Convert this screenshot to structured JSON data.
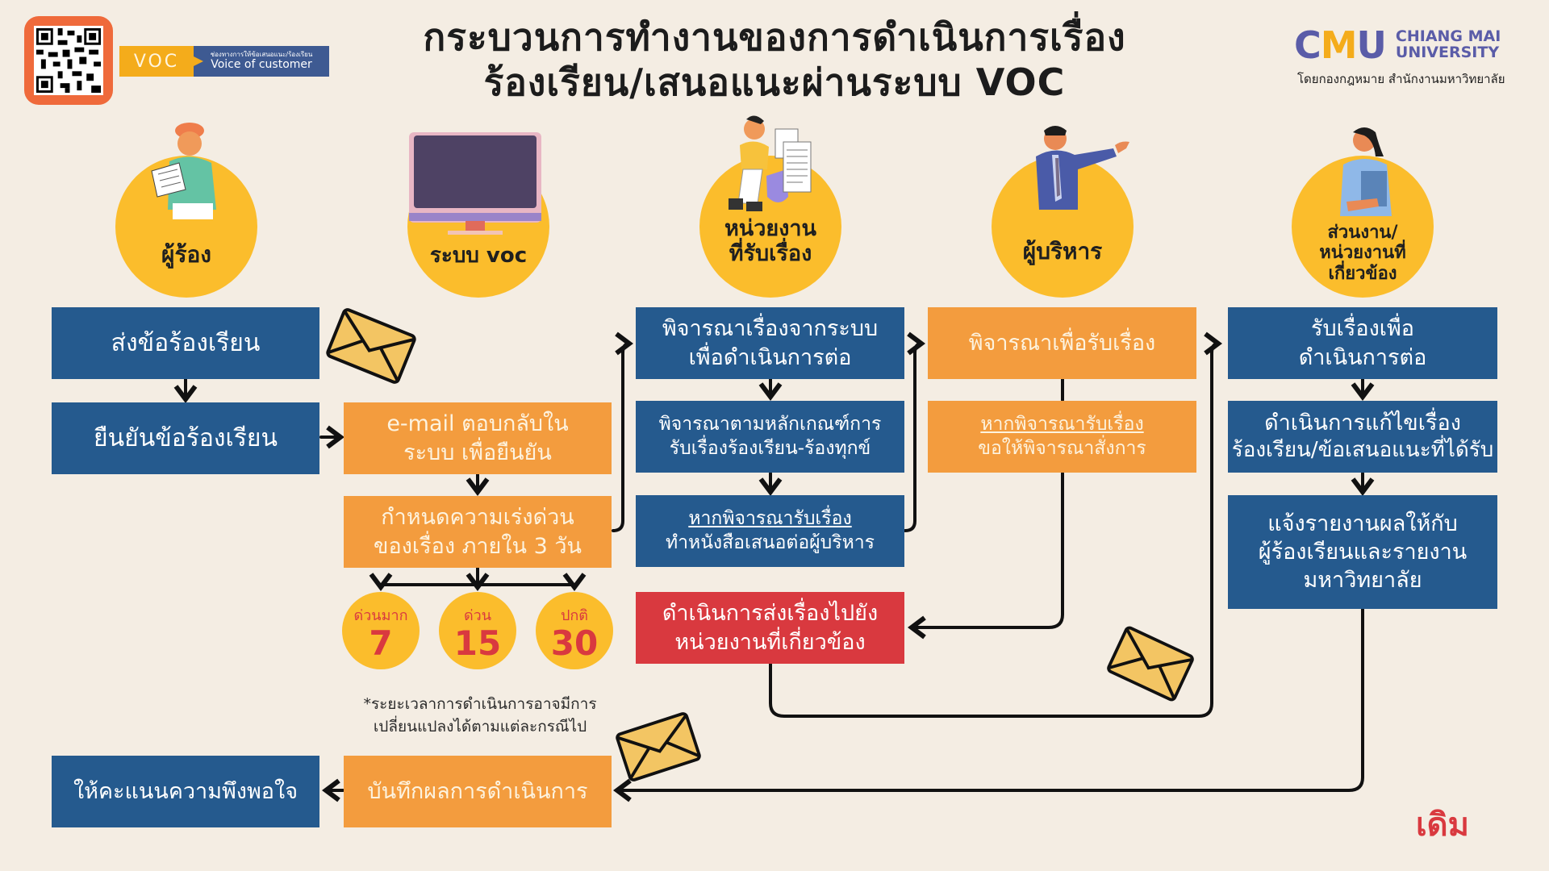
{
  "header": {
    "title_line1": "กระบวนการทำงานของการดำเนินการเรื่อง",
    "title_line2": "ร้องเรียน/เสนอแนะผ่านระบบ VOC",
    "qr_code_icon": "qr-code",
    "voc_badge": {
      "short": "VOC",
      "thai_caption": "ช่องทางการให้ข้อเสนอแนะ/ร้องเรียน",
      "english_caption": "Voice of customer"
    },
    "logo": {
      "mark": "CMU",
      "name_line1": "CHIANG MAI",
      "name_line2": "UNIVERSITY",
      "subtitle": "โดยกองกฎหมาย สำนักงานมหาวิทยาลัย"
    }
  },
  "lanes": [
    {
      "label": "ผู้ร้อง",
      "icon": "person-reading-document"
    },
    {
      "label": "ระบบ voc",
      "icon": "computer-monitor"
    },
    {
      "label_line1": "หน่วยงาน",
      "label_line2": "ที่รับเรื่อง",
      "icon": "officer-with-policy-documents"
    },
    {
      "label": "ผู้บริหาร",
      "icon": "executive-in-suit"
    },
    {
      "label_line1": "ส่วนงาน/",
      "label_line2": "หน่วยงานที่",
      "label_line3": "เกี่ยวข้อง",
      "icon": "staff-holding-folder"
    }
  ],
  "steps": {
    "submit": "ส่งข้อร้องเรียน",
    "confirm": "ยืนยันข้อร้องเรียน",
    "email_reply_line1": "e-mail ตอบกลับใน",
    "email_reply_line2": "ระบบ เพื่อยืนยัน",
    "set_urgency_line1": "กำหนดความเร่งด่วน",
    "set_urgency_line2": "ของเรื่อง ภายใน 3 วัน",
    "review_system_line1": "พิจารณาเรื่องจากระบบ",
    "review_system_line2": "เพื่อดำเนินการต่อ",
    "criteria_line1": "พิจารณาตามหลักเกณฑ์การ",
    "criteria_line2": "รับเรื่องร้องเรียน-ร้องทุกข์",
    "if_accepted_unit_line1": "หากพิจารณารับเรื่อง",
    "if_accepted_unit_line2": "ทำหนังสือเสนอต่อผู้บริหาร",
    "forward_line1": "ดำเนินการส่งเรื่องไปยัง",
    "forward_line2": "หน่วยงานที่เกี่ยวข้อง",
    "exec_review": "พิจารณาเพื่อรับเรื่อง",
    "if_accepted_exec_line1": "หากพิจารณารับเรื่อง",
    "if_accepted_exec_line2": "ขอให้พิจารณาสั่งการ",
    "receive_line1": "รับเรื่องเพื่อ",
    "receive_line2": "ดำเนินการต่อ",
    "resolve_line1": "ดำเนินการแก้ไขเรื่อง",
    "resolve_line2": "ร้องเรียน/ข้อเสนอแนะที่ได้รับ",
    "report_line1": "แจ้งรายงานผลให้กับ",
    "report_line2": "ผู้ร้องเรียนและรายงาน",
    "report_line3": "มหาวิทยาลัย",
    "record": "บันทึกผลการดำเนินการ",
    "rate": "ให้คะแนนความพึงพอใจ"
  },
  "urgency": [
    {
      "label": "ด่วนมาก",
      "days": "7"
    },
    {
      "label": "ด่วน",
      "days": "15"
    },
    {
      "label": "ปกติ",
      "days": "30"
    }
  ],
  "footnote_line1": "*ระยะเวลาการดำเนินการอาจมีการ",
  "footnote_line2": "เปลี่ยนแปลงได้ตามแต่ละกรณีไป",
  "corner_mark": "เดิม",
  "colors": {
    "background": "#f4ede3",
    "blue": "#255a8e",
    "orange": "#f39c3e",
    "red": "#d9393f",
    "circle_yellow": "#fbbd2c",
    "envelope": "#f3c563"
  }
}
